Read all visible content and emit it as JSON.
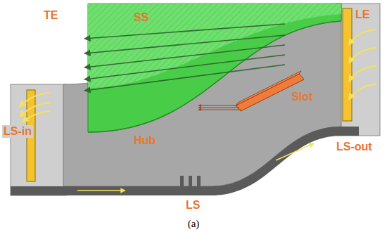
{
  "diagram": {
    "caption": "(a)",
    "labels": [
      "TE",
      "SS",
      "LE",
      "Slot",
      "Hub",
      "LS-in",
      "LS-out",
      "LS"
    ]
  }
}
